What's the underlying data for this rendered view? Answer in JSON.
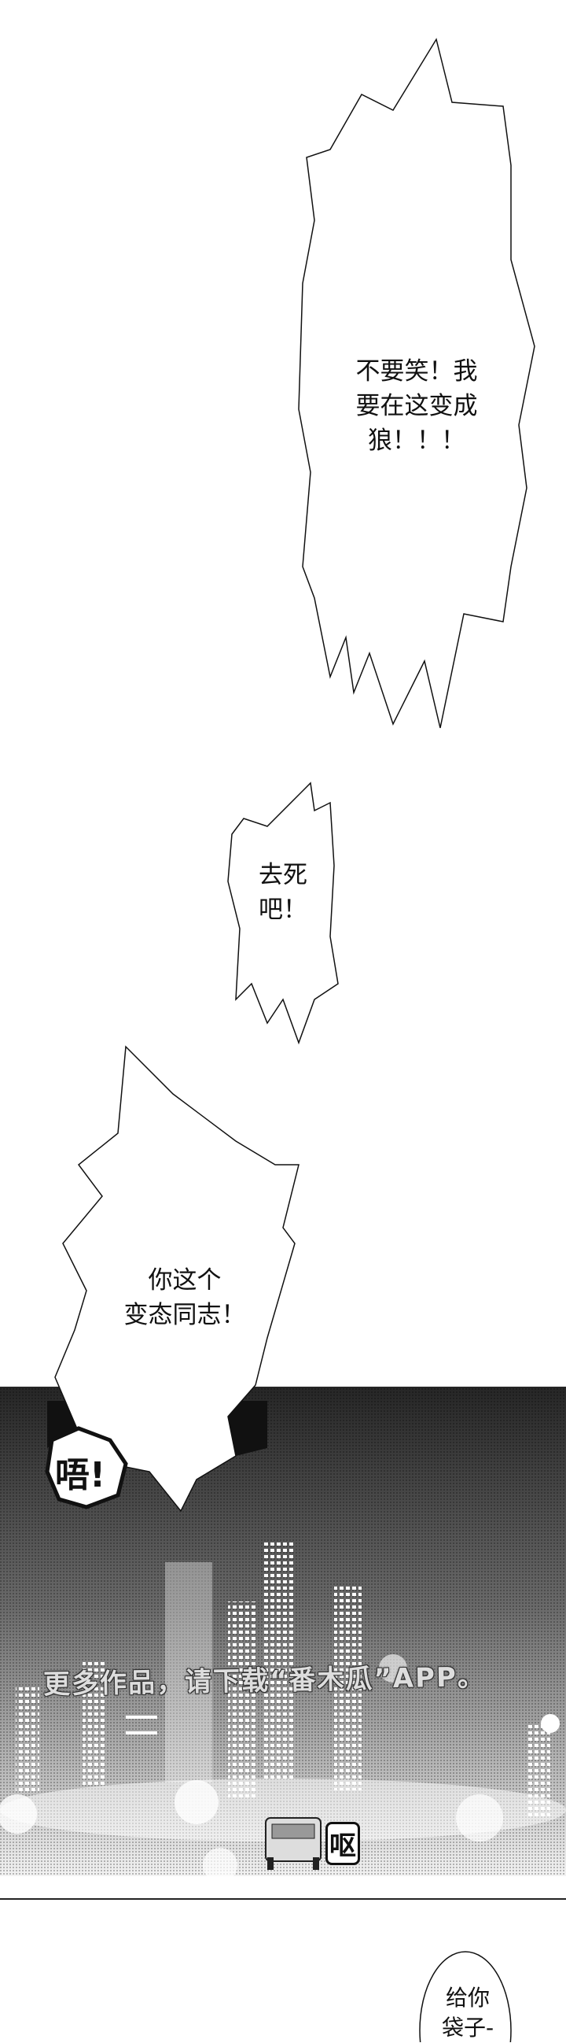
{
  "bubbles": [
    {
      "lines": [
        "不要笑！我",
        "要在这变成",
        "狼！！！"
      ]
    },
    {
      "lines": [
        "去死",
        "吧！"
      ]
    },
    {
      "lines": [
        "你这个",
        "变态同志！"
      ]
    },
    {
      "lines": [
        "给你",
        "袋子-"
      ]
    }
  ],
  "sfx": {
    "shout": "唔!",
    "retch": "呕"
  },
  "watermark": "更多作品，请下载“番木瓜”APP。",
  "colors": {
    "panel_dark": "#2a2a2a",
    "panel_light": "#dcdcdc",
    "ink": "#111111"
  }
}
